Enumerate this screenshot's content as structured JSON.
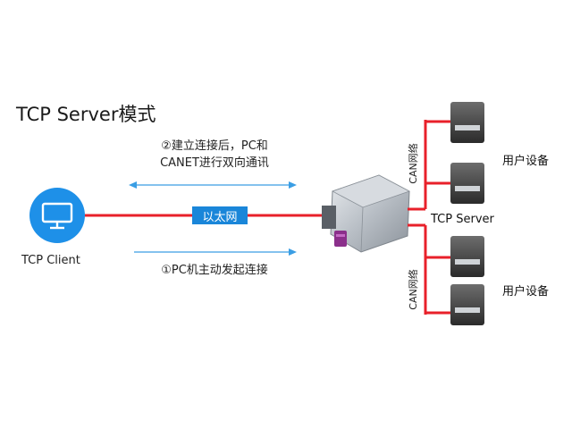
{
  "title": "TCP Server模式",
  "notes": {
    "top_line1": "②建立连接后，PC和",
    "top_line2": "CANET进行双向通讯",
    "bottom": "①PC机主动发起连接"
  },
  "ethernet_label": "以太网",
  "client_label": "TCP Client",
  "server_label": "TCP Server",
  "can_bus_label": "CAN网络",
  "user_device_label": "用户设备",
  "colors": {
    "bus_red": "#e8202a",
    "ethernet_blue": "#1a86d9",
    "arrow_blue": "#3a9ee4",
    "monitor_blue": "#1e90e8"
  }
}
